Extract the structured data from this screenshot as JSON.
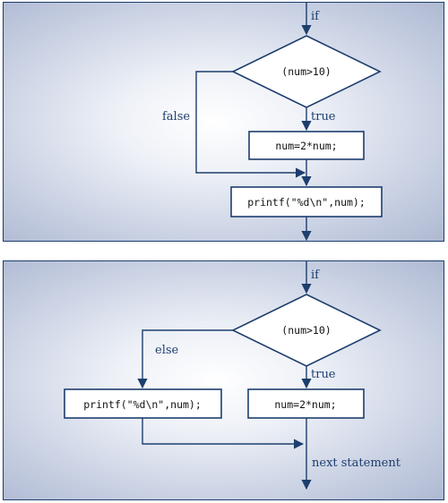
{
  "if_structure": {
    "entry_label": "if",
    "condition": "(num>10)",
    "true_label": "true",
    "false_label": "false",
    "true_action": "num=2*num;",
    "next_action": "printf(\"%d\\n\",num);"
  },
  "if_else_structure": {
    "entry_label": "if",
    "condition": "(num>10)",
    "true_label": "true",
    "else_label": "else",
    "true_action": "num=2*num;",
    "else_action": "printf(\"%d\\n\",num);",
    "exit_label": "next statement"
  },
  "colors": {
    "line": "#1d3e6e",
    "box_fill": "#ffffff",
    "panel_background": "#c9d1e3"
  }
}
